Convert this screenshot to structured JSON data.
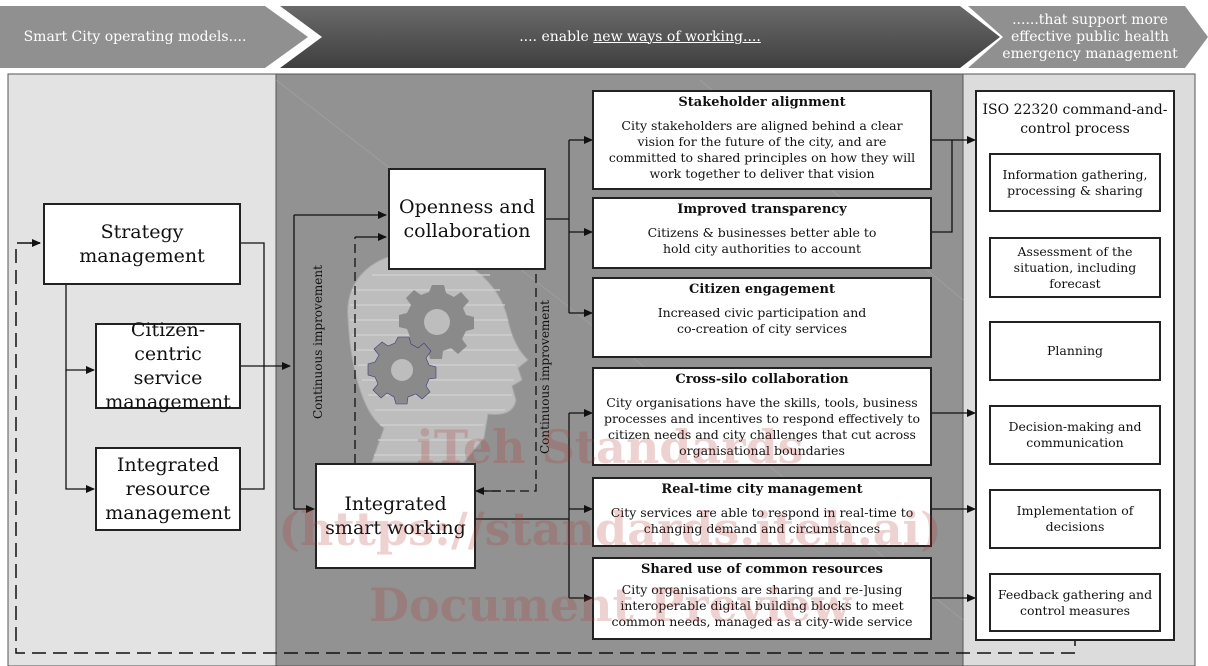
{
  "header": {
    "col1": "Smart City operating models....",
    "col2_prefix": ".... enable ",
    "col2_link": "new ways of working....",
    "col3": "......that support more effective public health emergency management"
  },
  "left": {
    "strategy": "Strategy management",
    "citizen": "Citizen-centric service management",
    "integrated": "Integrated resource management"
  },
  "middle": {
    "openness": "Openness and collaboration",
    "smart": "Integrated smart working",
    "ci_left": "Continuous improvement",
    "ci_right": "Continuous improvement"
  },
  "cards": [
    {
      "title": "Stakeholder alignment",
      "body": "City stakeholders are aligned behind a clear vision for the future of the city, and are committed to shared principles on how they will work together to deliver that vision"
    },
    {
      "title": "Improved transparency",
      "body": "Citizens & businesses better able to hold city authorities to account"
    },
    {
      "title": "Citizen engagement",
      "body": "Increased civic participation and co-creation of city services"
    },
    {
      "title": "Cross-silo collaboration",
      "body": "City organisations have the skills, tools, business processes and incentives to respond effectively to citizen needs and city challenges that cut across organisational boundaries"
    },
    {
      "title": "Real-time city management",
      "body": "City services are able to respond in real-time to changing demand and circumstances"
    },
    {
      "title": "Shared use of common resources",
      "body": "City organisations are sharing and re-]using interoperable digital building blocks to meet common needs, managed as a city-wide service"
    }
  ],
  "iso": {
    "title": "ISO 22320 command-and-control process",
    "steps": [
      "Information gathering, processing & sharing",
      "Assessment of the situation, including forecast",
      "Planning",
      "Decision-making and communication",
      "Implementation of decisions",
      "Feedback gathering and control measures"
    ]
  },
  "watermark": {
    "line1": "iTeh Standards",
    "line2": "(https://standards.iteh.ai)",
    "line3": "Document Preview"
  },
  "colors": {
    "header_light": "#909090",
    "header_dark": "#4d4d4d",
    "panel_left": "#e3e3e3",
    "panel_mid": "#929292",
    "panel_right": "#dcdcdc",
    "watermark": "#b23434"
  }
}
